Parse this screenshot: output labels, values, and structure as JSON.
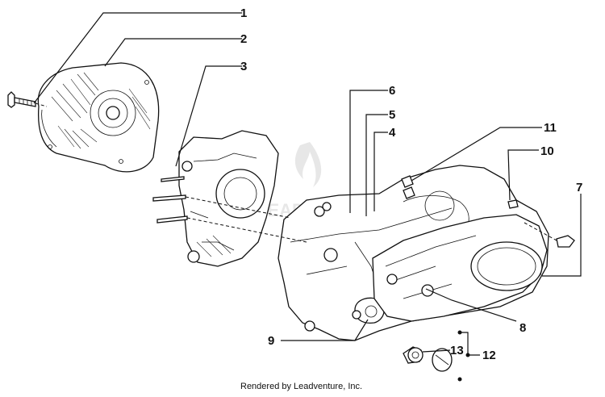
{
  "diagram": {
    "callouts": [
      {
        "id": "1",
        "label": "1"
      },
      {
        "id": "2",
        "label": "2"
      },
      {
        "id": "3",
        "label": "3"
      },
      {
        "id": "4",
        "label": "4"
      },
      {
        "id": "5",
        "label": "5"
      },
      {
        "id": "6",
        "label": "6"
      },
      {
        "id": "7",
        "label": "7"
      },
      {
        "id": "8",
        "label": "8"
      },
      {
        "id": "9",
        "label": "9"
      },
      {
        "id": "10",
        "label": "10"
      },
      {
        "id": "11",
        "label": "11"
      },
      {
        "id": "12",
        "label": "12"
      },
      {
        "id": "13",
        "label": "13"
      }
    ],
    "credit": "Rendered by Leadventure, Inc.",
    "watermark": "LEADVENTURE"
  }
}
